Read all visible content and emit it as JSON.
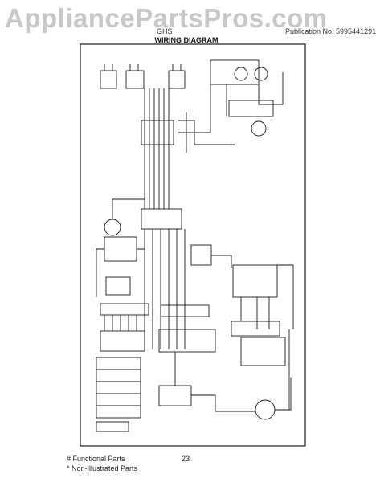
{
  "watermark": "AppliancePartsPros.com",
  "header": {
    "model": "GHS",
    "publication": "Publication No. 5995441291",
    "title": "WIRING DIAGRAM"
  },
  "footer": {
    "legend_functional": "# Functional Parts",
    "legend_non_illustrated": "* Non-Illustrated Parts",
    "page_number": "23"
  },
  "colors": {
    "line": "#1a1a1a",
    "watermark": "#c8c8c8"
  }
}
